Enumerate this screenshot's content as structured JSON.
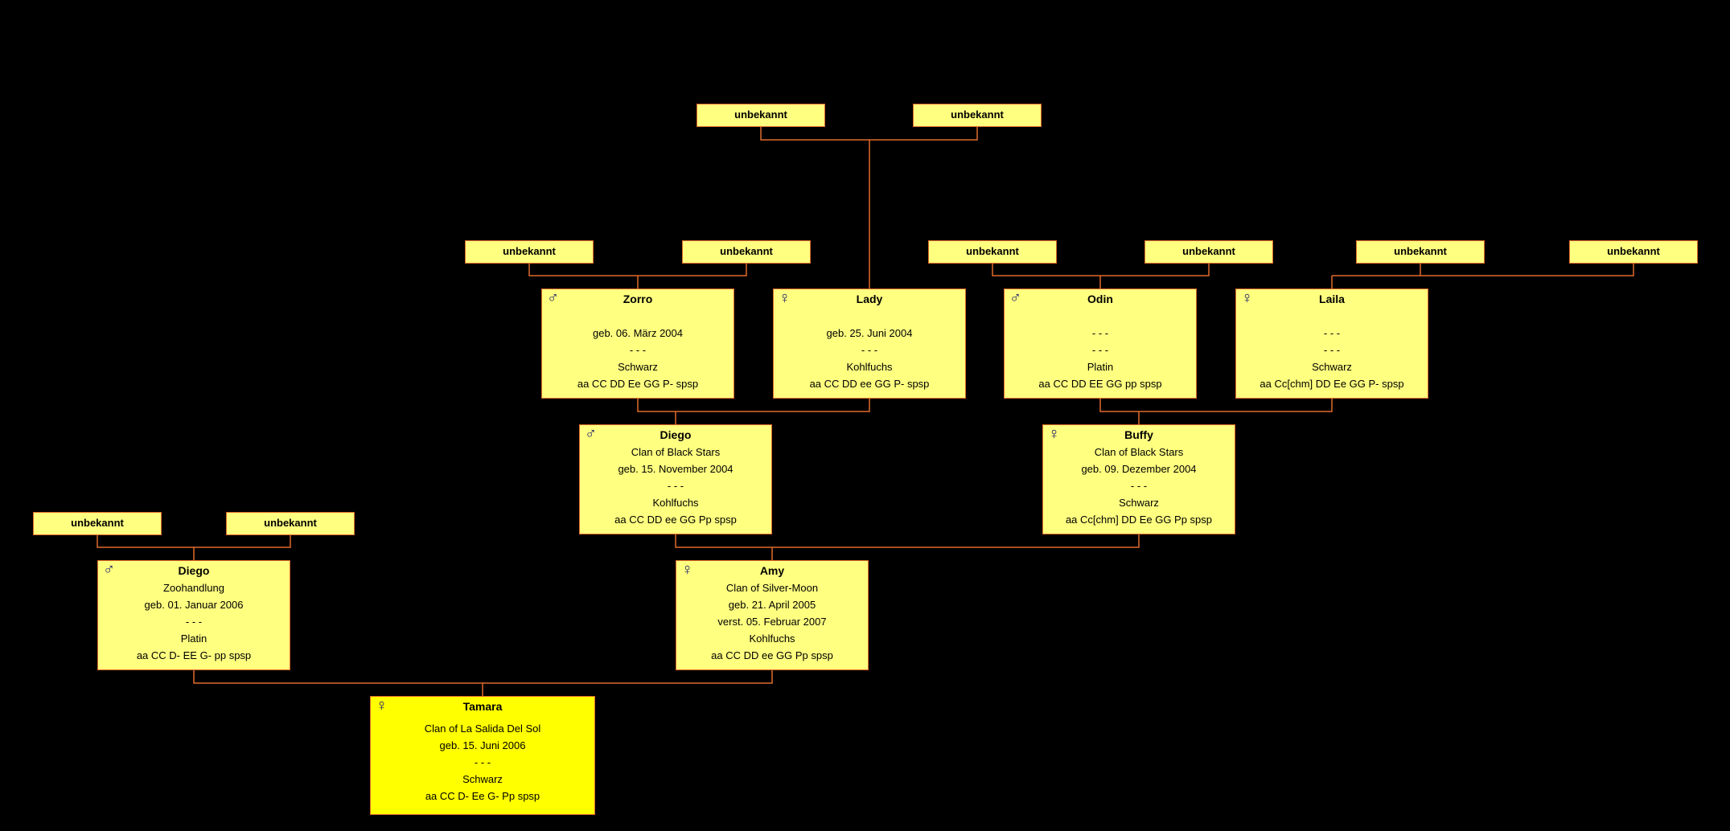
{
  "colors": {
    "background": "#000000",
    "box": "#ffff80",
    "subject_box": "#ffff00",
    "line": "#e06a2a"
  },
  "unknown_label": "unbekannt",
  "persons": {
    "tamara": {
      "symbol": "♀",
      "name": "Tamara",
      "lines": [
        "Clan of La Salida Del Sol",
        "geb. 15. Juni 2006",
        "- - -",
        "Schwarz",
        "aa CC D- Ee G- Pp spsp"
      ]
    },
    "diego_f": {
      "symbol": "♂",
      "name": "Diego",
      "lines": [
        "Zoohandlung",
        "geb. 01. Januar 2006",
        "- - -",
        "Platin",
        "aa CC D- EE G- pp spsp"
      ]
    },
    "amy": {
      "symbol": "♀",
      "name": "Amy",
      "lines": [
        "Clan of Silver-Moon",
        "geb. 21. April 2005",
        "verst. 05. Februar 2007",
        "Kohlfuchs",
        "aa CC DD ee GG Pp spsp"
      ]
    },
    "diego_mf": {
      "symbol": "♂",
      "name": "Diego",
      "lines": [
        "Clan of Black Stars",
        "geb. 15. November 2004",
        "- - -",
        "Kohlfuchs",
        "aa CC DD ee GG Pp spsp"
      ]
    },
    "buffy": {
      "symbol": "♀",
      "name": "Buffy",
      "lines": [
        "Clan of Black Stars",
        "geb. 09. Dezember 2004",
        "- - -",
        "Schwarz",
        "aa Cc[chm] DD Ee GG Pp spsp"
      ]
    },
    "zorro": {
      "symbol": "♂",
      "name": "Zorro",
      "lines": [
        "",
        "geb. 06. März 2004",
        "- - -",
        "Schwarz",
        "aa CC DD Ee GG P- spsp"
      ]
    },
    "lady": {
      "symbol": "♀",
      "name": "Lady",
      "lines": [
        "",
        "geb. 25. Juni 2004",
        "- - -",
        "Kohlfuchs",
        "aa CC DD ee GG P- spsp"
      ]
    },
    "odin": {
      "symbol": "♂",
      "name": "Odin",
      "lines": [
        "",
        "- - -",
        "- - -",
        "Platin",
        "aa CC DD EE GG pp spsp"
      ]
    },
    "laila": {
      "symbol": "♀",
      "name": "Laila",
      "lines": [
        "",
        "- - -",
        "- - -",
        "Schwarz",
        "aa Cc[chm] DD Ee GG P- spsp"
      ]
    }
  }
}
